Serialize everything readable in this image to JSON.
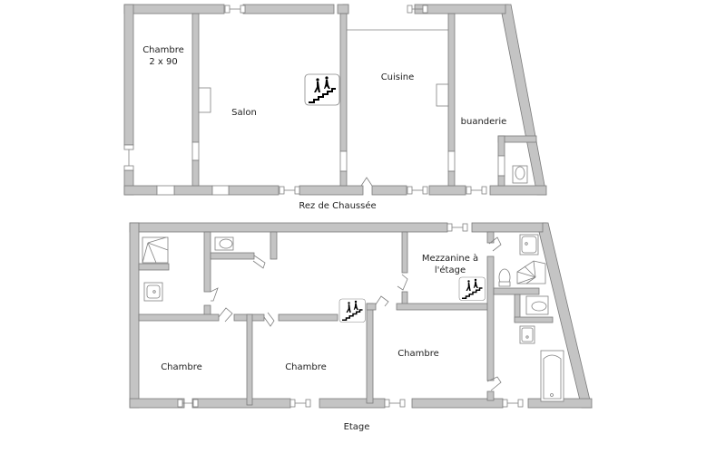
{
  "plan": {
    "ground_floor": {
      "caption": "Rez de Chaussée",
      "rooms": [
        {
          "name": "Chambre",
          "sub": "2 x 90"
        },
        {
          "name": "Salon"
        },
        {
          "name": "Cuisine"
        },
        {
          "name": "buanderie"
        }
      ],
      "stairs_icon": "stairs-icon"
    },
    "upper_floor": {
      "caption": "Etage",
      "rooms": [
        {
          "name": "Chambre"
        },
        {
          "name": "Chambre"
        },
        {
          "name": "Chambre"
        },
        {
          "name": "Mezzanine à",
          "sub": "l'étage"
        }
      ],
      "stairs_icon": "stairs-icon"
    },
    "colors": {
      "wall_fill": "#c4c4c4",
      "wall_stroke": "#7a7a7a",
      "background": "#ffffff"
    }
  }
}
